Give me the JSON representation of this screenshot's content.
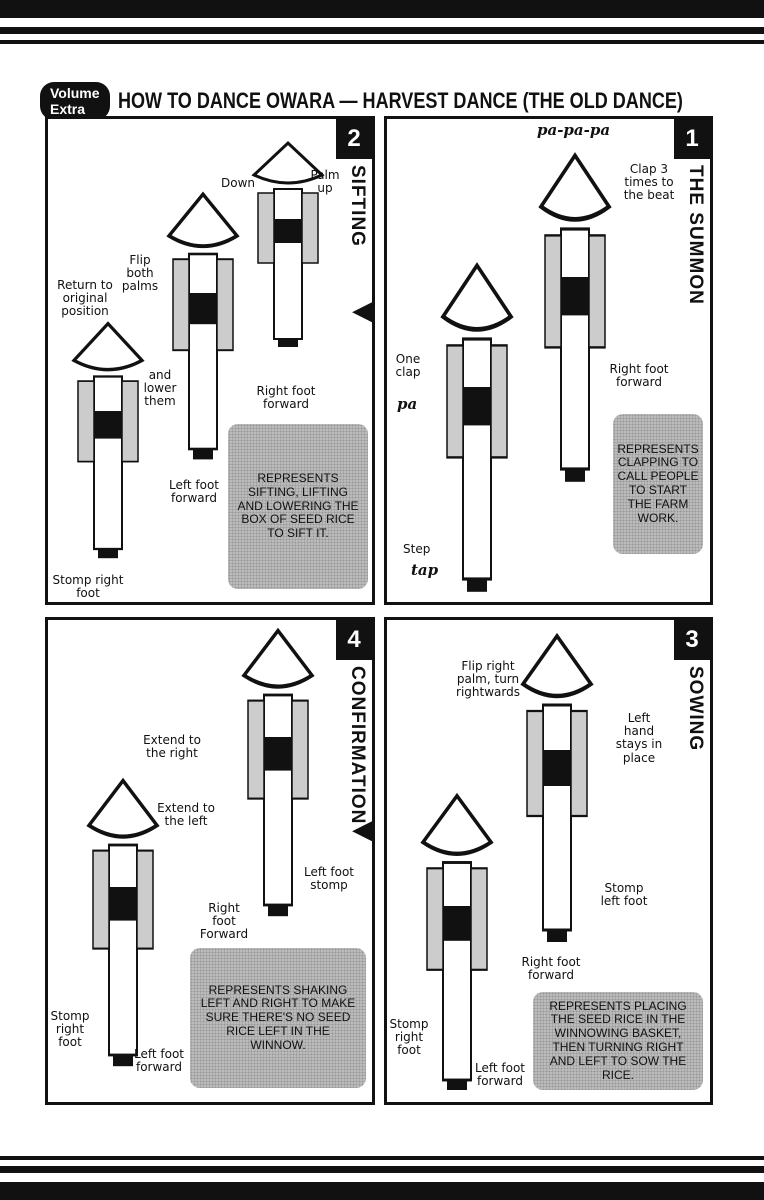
{
  "header": {
    "badge": "Volume Extra",
    "title": "HOW TO DANCE OWARA — HARVEST DANCE (THE OLD DANCE)"
  },
  "panels": [
    {
      "number": "1",
      "title": "THE SUMMON",
      "labels": {
        "sfx_top": "pa-pa-pa",
        "clap3": "Clap 3 times to the beat",
        "one_clap": "One clap",
        "sfx_pa": "pa",
        "right_foot": "Right foot forward",
        "step": "Step",
        "sfx_tap": "tap"
      },
      "caption": "Represents clapping to call people to start the farm work."
    },
    {
      "number": "2",
      "title": "SIFTING",
      "labels": {
        "down": "Down",
        "palm_up": "Palm up",
        "flip": "Flip both palms",
        "return": "Return to original position",
        "lower": "and lower them",
        "right_foot": "Right foot forward",
        "left_foot": "Left foot forward",
        "stomp": "Stomp right foot"
      },
      "caption": "Represents sifting, lifting and lowering the box of seed rice to sift it."
    },
    {
      "number": "3",
      "title": "SOWING",
      "labels": {
        "flip_right": "Flip right palm, turn rightwards",
        "left_hand": "Left hand stays in place",
        "stomp_left": "Stomp left foot",
        "right_foot": "Right foot forward",
        "stomp_right": "Stomp right foot",
        "left_foot": "Left foot forward"
      },
      "caption": "Represents placing the seed rice in the winnowing basket, then turning right and left to sow the rice."
    },
    {
      "number": "4",
      "title": "CONFIRMATION",
      "labels": {
        "extend_right": "Extend to the right",
        "extend_left": "Extend to the left",
        "left_stomp": "Left foot stomp",
        "right_forward": "Right foot Forward",
        "stomp_right": "Stomp right foot",
        "left_forward": "Left foot forward"
      },
      "caption": "Represents shaking left and right to make sure there's no seed rice left in the winnow."
    }
  ]
}
